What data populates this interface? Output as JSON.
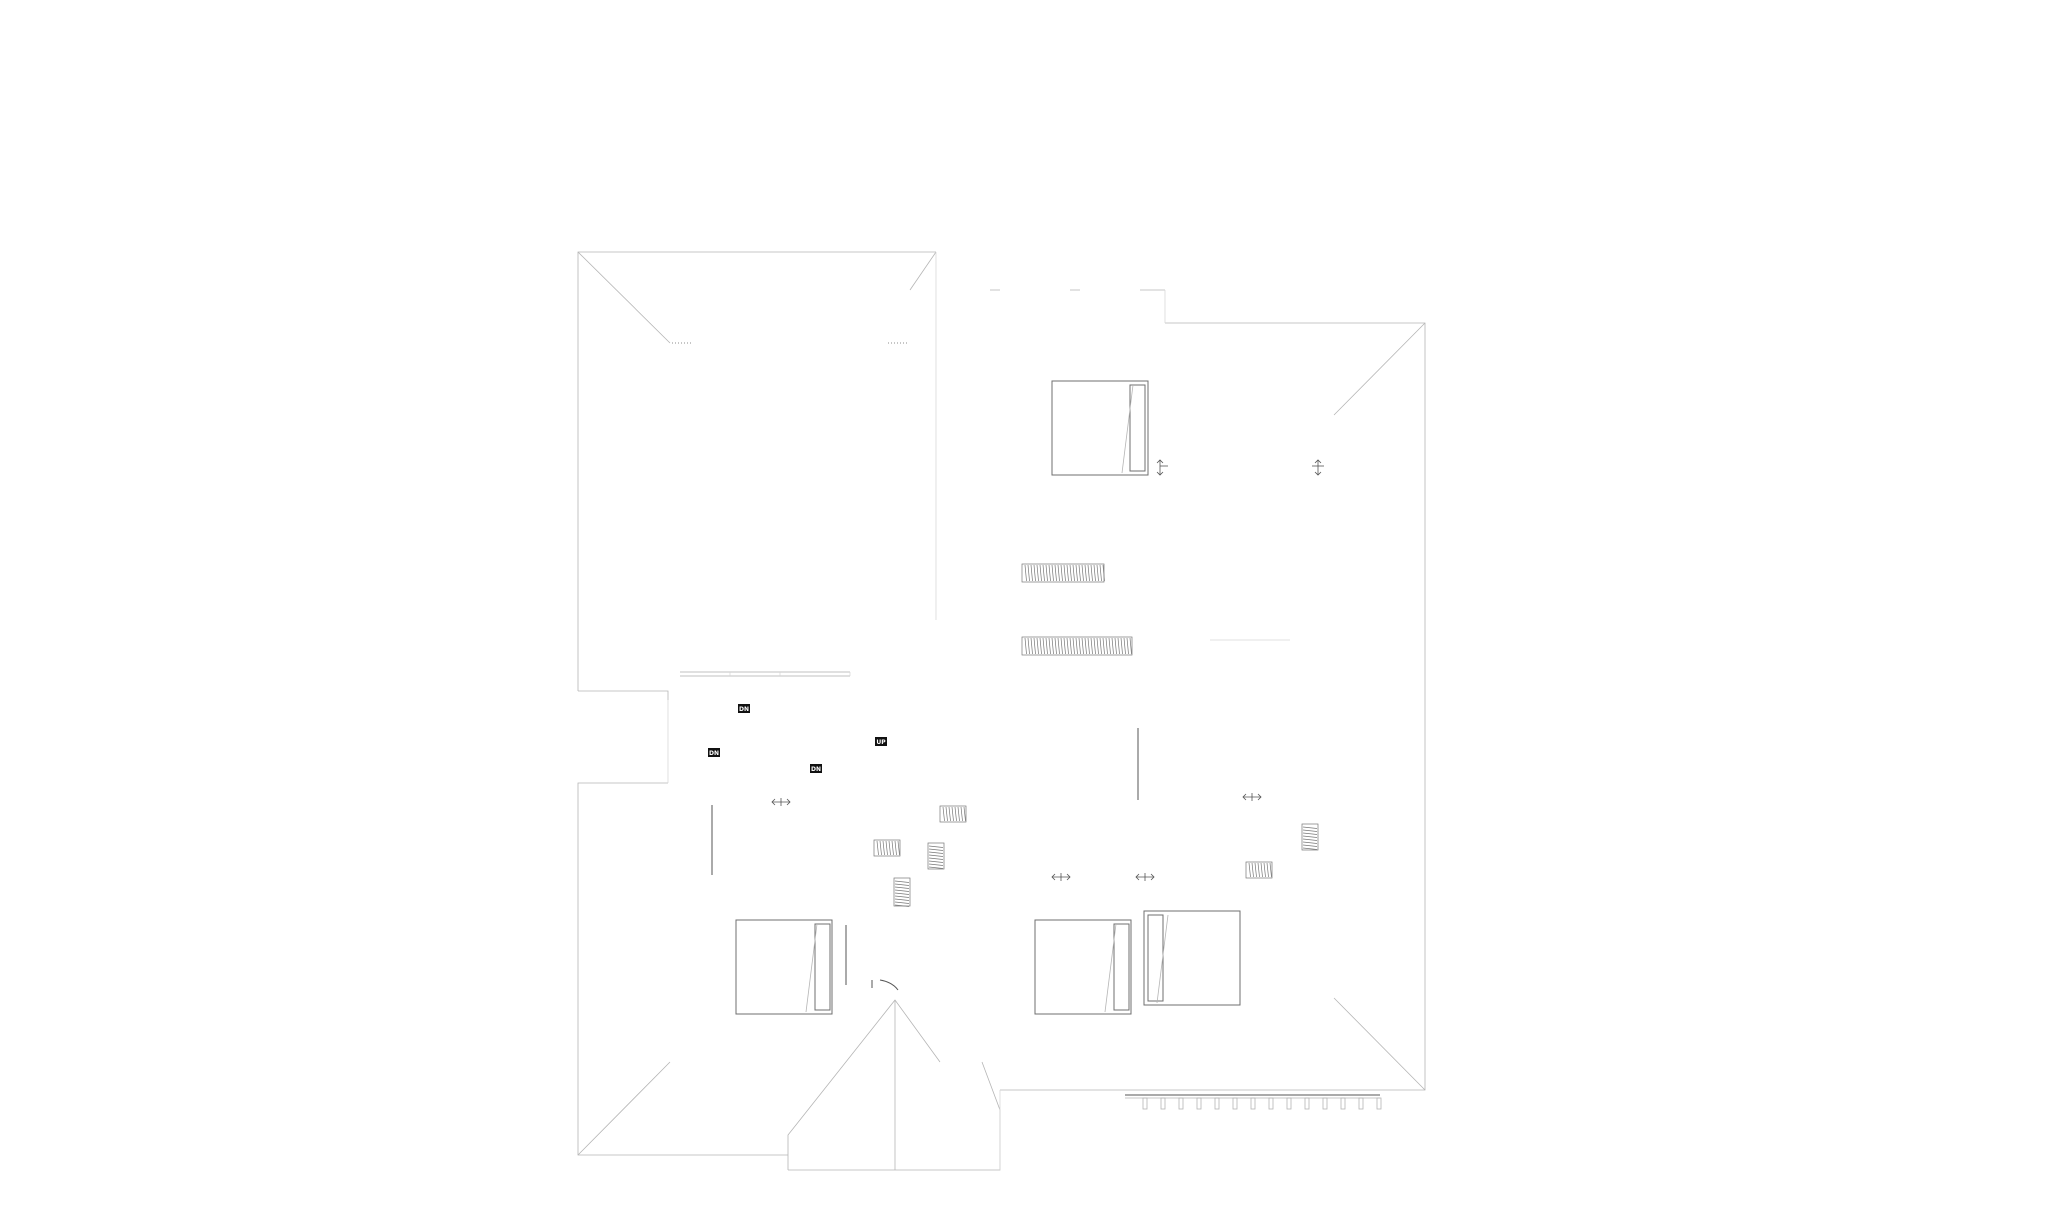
{
  "diagram": {
    "kind": "architectural floor plan (attic / upper floor)",
    "colors": {
      "background": "#ffffff",
      "linework": "#8a8a8a",
      "tag_fill": "#111111",
      "tag_text": "#ffffff"
    },
    "stair_labels": [
      {
        "id": "dn-1",
        "text": "DN"
      },
      {
        "id": "dn-2",
        "text": "DN"
      },
      {
        "id": "dn-3",
        "text": "DN"
      },
      {
        "id": "up-1",
        "text": "UP"
      }
    ],
    "beds_count": 4
  }
}
